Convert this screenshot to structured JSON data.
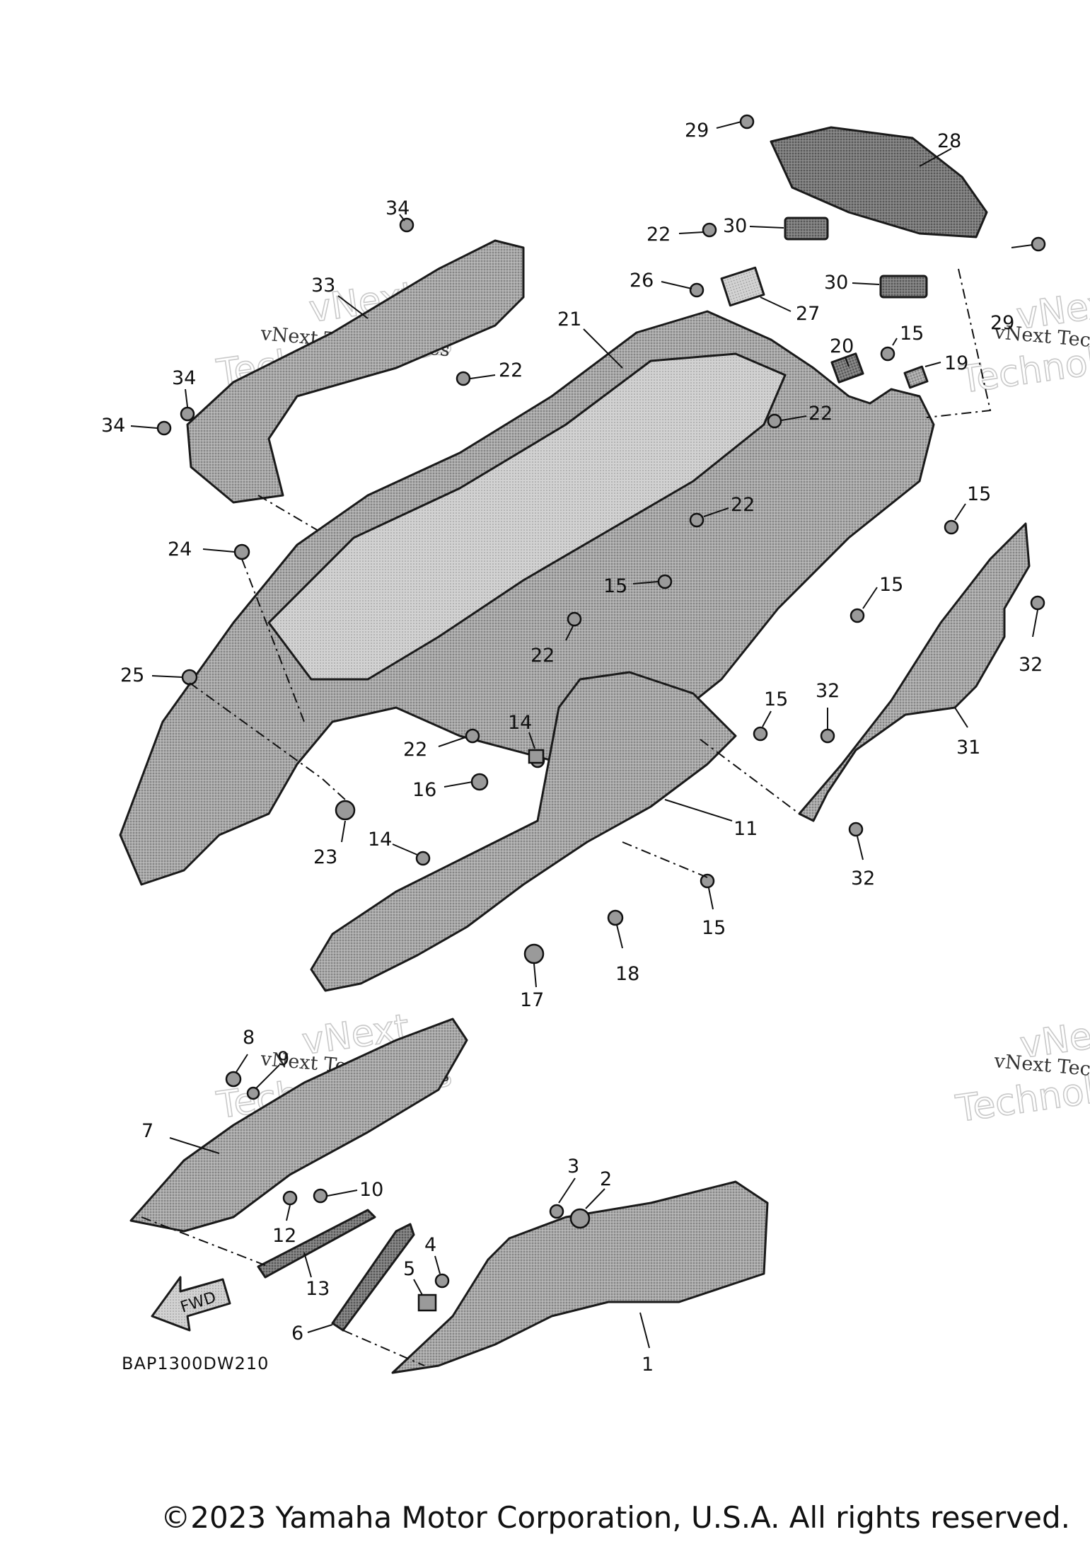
{
  "diagram": {
    "drawing_code": "BAP1300DW210",
    "fwd_label": "FWD",
    "watermark": {
      "line1": "vNext",
      "line2": "Technologies",
      "small": "vNext Technologies"
    },
    "callouts": [
      {
        "id": "c1",
        "label": "1"
      },
      {
        "id": "c2",
        "label": "2"
      },
      {
        "id": "c3",
        "label": "3"
      },
      {
        "id": "c4",
        "label": "4"
      },
      {
        "id": "c5",
        "label": "5"
      },
      {
        "id": "c6",
        "label": "6"
      },
      {
        "id": "c7",
        "label": "7"
      },
      {
        "id": "c8",
        "label": "8"
      },
      {
        "id": "c9",
        "label": "9"
      },
      {
        "id": "c10",
        "label": "10"
      },
      {
        "id": "c11",
        "label": "11"
      },
      {
        "id": "c12",
        "label": "12"
      },
      {
        "id": "c13",
        "label": "13"
      },
      {
        "id": "c14a",
        "label": "14"
      },
      {
        "id": "c14b",
        "label": "14"
      },
      {
        "id": "c15a",
        "label": "15"
      },
      {
        "id": "c15b",
        "label": "15"
      },
      {
        "id": "c15c",
        "label": "15"
      },
      {
        "id": "c15d",
        "label": "15"
      },
      {
        "id": "c15e",
        "label": "15"
      },
      {
        "id": "c15f",
        "label": "15"
      },
      {
        "id": "c16",
        "label": "16"
      },
      {
        "id": "c17",
        "label": "17"
      },
      {
        "id": "c18",
        "label": "18"
      },
      {
        "id": "c19",
        "label": "19"
      },
      {
        "id": "c20",
        "label": "20"
      },
      {
        "id": "c21",
        "label": "21"
      },
      {
        "id": "c22a",
        "label": "22"
      },
      {
        "id": "c22b",
        "label": "22"
      },
      {
        "id": "c22c",
        "label": "22"
      },
      {
        "id": "c22d",
        "label": "22"
      },
      {
        "id": "c22e",
        "label": "22"
      },
      {
        "id": "c22f",
        "label": "22"
      },
      {
        "id": "c23",
        "label": "23"
      },
      {
        "id": "c24",
        "label": "24"
      },
      {
        "id": "c25",
        "label": "25"
      },
      {
        "id": "c26",
        "label": "26"
      },
      {
        "id": "c27",
        "label": "27"
      },
      {
        "id": "c28",
        "label": "28"
      },
      {
        "id": "c29a",
        "label": "29"
      },
      {
        "id": "c29b",
        "label": "29"
      },
      {
        "id": "c30a",
        "label": "30"
      },
      {
        "id": "c30b",
        "label": "30"
      },
      {
        "id": "c31",
        "label": "31"
      },
      {
        "id": "c32a",
        "label": "32"
      },
      {
        "id": "c32b",
        "label": "32"
      },
      {
        "id": "c32c",
        "label": "32"
      },
      {
        "id": "c33",
        "label": "33"
      },
      {
        "id": "c34a",
        "label": "34"
      },
      {
        "id": "c34b",
        "label": "34"
      },
      {
        "id": "c34c",
        "label": "34"
      }
    ]
  },
  "footer": {
    "copyright": "©2023 Yamaha Motor Corporation, U.S.A. All rights reserved."
  }
}
